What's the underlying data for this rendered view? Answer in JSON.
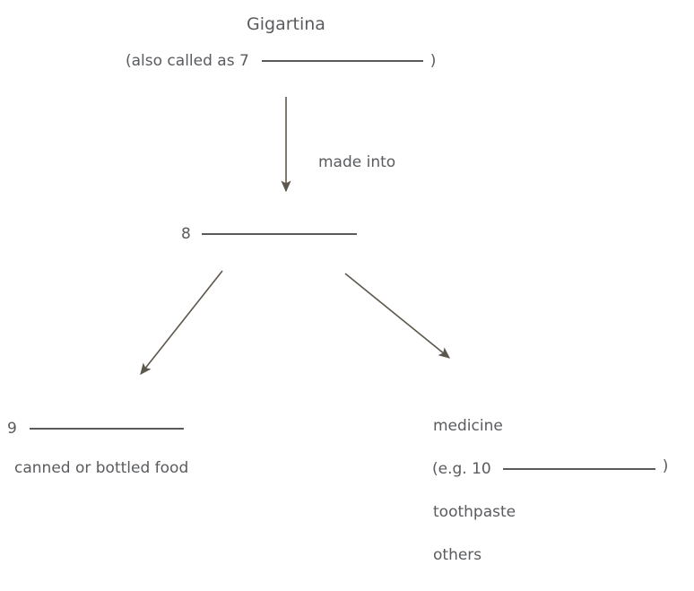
{
  "diagram": {
    "title": "Gigartina",
    "alias_prefix": "(also called as 7",
    "alias_suffix": ")",
    "flow_label": "made into",
    "blank8_label": "8",
    "blank9_label": "9",
    "left_item": "canned or bottled food",
    "right_item1": "medicine",
    "example_prefix": "(e.g. 10",
    "example_suffix": ")",
    "right_item2": "toothpaste",
    "right_item3": "others"
  },
  "colors": {
    "text": "#595b5e",
    "blank_line": "#5a5a5a",
    "arrow": "#5d564c",
    "background": "#ffffff"
  }
}
